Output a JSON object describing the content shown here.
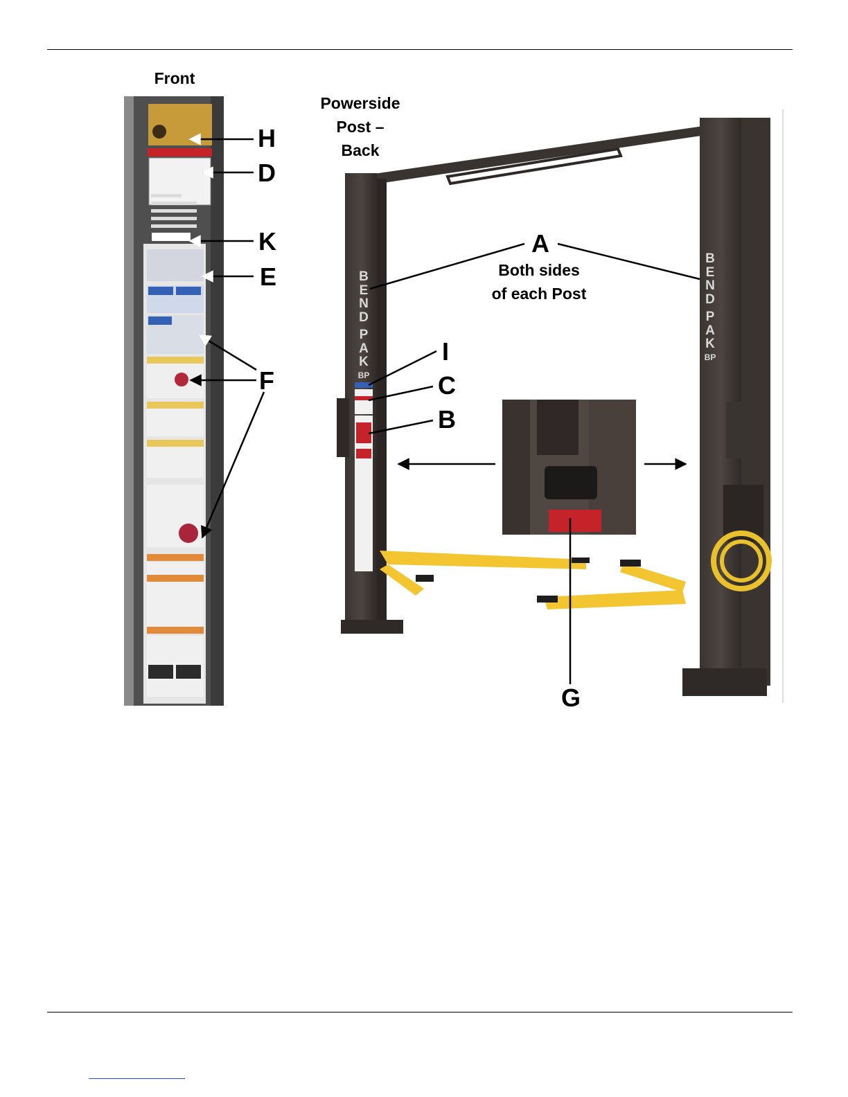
{
  "captions": {
    "front": "Front",
    "powerside": [
      "Powerside",
      "Post –",
      "Back"
    ],
    "both_sides": [
      "Both sides",
      "of each Post"
    ]
  },
  "callouts": {
    "H": "H",
    "D": "D",
    "K": "K",
    "E": "E",
    "F": "F",
    "A": "A",
    "I": "I",
    "C": "C",
    "B": "B",
    "G": "G"
  },
  "post_brand": {
    "word1": [
      "B",
      "E",
      "N",
      "D"
    ],
    "word2": [
      "P",
      "A",
      "K"
    ],
    "badge": "BP"
  },
  "colors": {
    "post": "#4a433f",
    "post_dark": "#2e2927",
    "arm_yellow": "#f2c531",
    "decal_red": "#c4232a",
    "footer_link": "#1f4bd1"
  },
  "icons": [
    "callout-arrow-icon",
    "lift-decal-icon"
  ]
}
